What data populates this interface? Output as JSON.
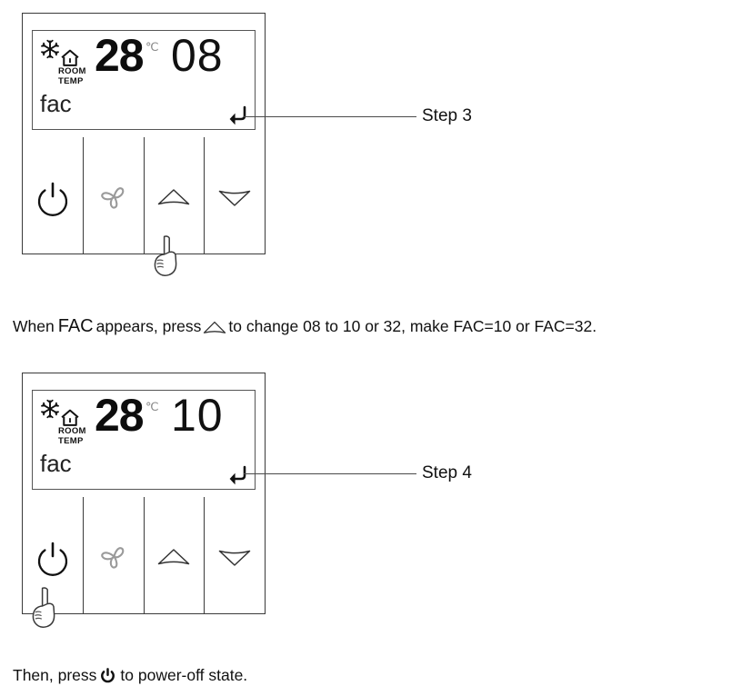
{
  "document": {
    "type": "thermostat-instruction-diagram"
  },
  "colors": {
    "ink": "#1a1a1a",
    "outline": "#3a3a3a",
    "lcd_border": "#555555",
    "fan_icon": "#9a9a9a",
    "unit_gray": "#8a8a8a"
  },
  "steps": [
    {
      "id": "step3",
      "label": "Step 3",
      "display": {
        "mode_icon": "snowflake-icon",
        "sensor_icon": "house-icon",
        "sensor_label_line1": "ROOM",
        "sensor_label_line2": "TEMP",
        "temperature": "28",
        "unit": "℃",
        "code": "08",
        "parameter": "fac",
        "enter_icon": "enter-hook-icon"
      },
      "buttons": [
        {
          "name": "power-button",
          "icon": "power-icon"
        },
        {
          "name": "fan-button",
          "icon": "fan-icon"
        },
        {
          "name": "up-button",
          "icon": "triangle-up-icon"
        },
        {
          "name": "down-button",
          "icon": "triangle-down-icon"
        }
      ],
      "pointing_hand_target": "up-button"
    },
    {
      "id": "step4",
      "label": "Step 4",
      "display": {
        "mode_icon": "snowflake-icon",
        "sensor_icon": "house-icon",
        "sensor_label_line1": "ROOM",
        "sensor_label_line2": "TEMP",
        "temperature": "28",
        "unit": "℃",
        "code": "10",
        "parameter": "fac",
        "enter_icon": "enter-hook-icon"
      },
      "buttons": [
        {
          "name": "power-button",
          "icon": "power-icon"
        },
        {
          "name": "fan-button",
          "icon": "fan-icon"
        },
        {
          "name": "up-button",
          "icon": "triangle-up-icon"
        },
        {
          "name": "down-button",
          "icon": "triangle-down-icon"
        }
      ],
      "pointing_hand_target": "power-button"
    }
  ],
  "captions": {
    "middle": {
      "part1": "When",
      "keyword1": "FAC",
      "part2": "appears, press",
      "icon": "triangle-up-icon",
      "part3": "to change 08 to 10 or 32, make FAC=10 or FAC=32."
    },
    "bottom": {
      "part1": "Then, press",
      "icon": "power-icon",
      "part2": "to power-off state."
    }
  }
}
